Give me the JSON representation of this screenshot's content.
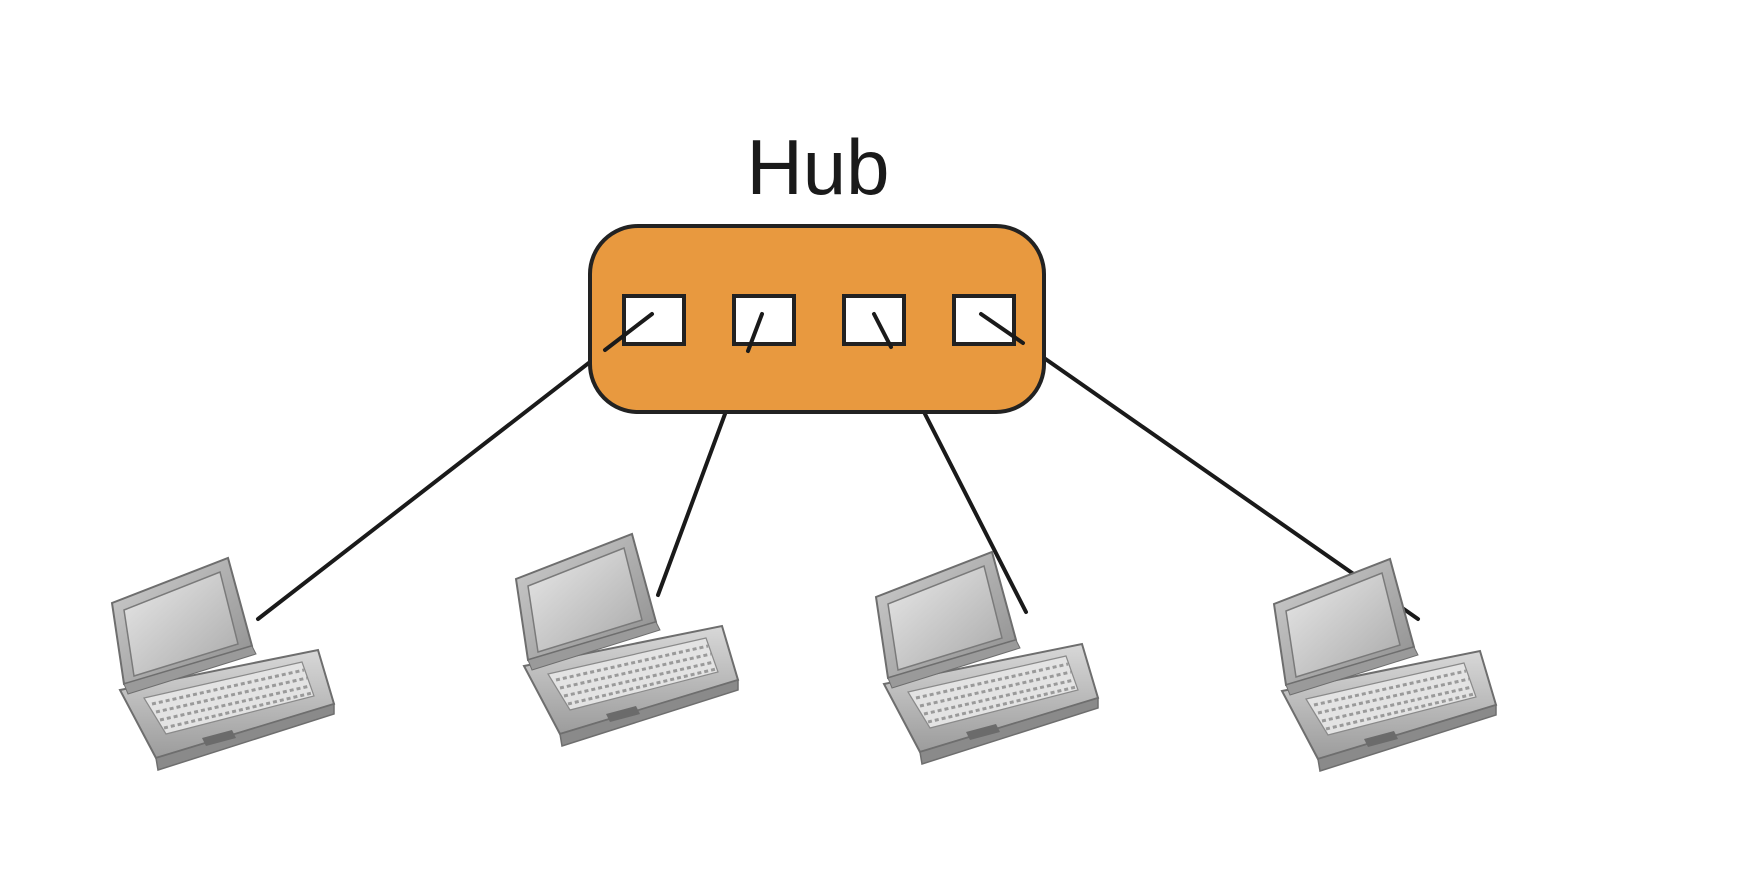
{
  "hub": {
    "label": "Hub",
    "color": "#E8993F",
    "outline_color": "#222222",
    "port_count": 4
  },
  "laptops": [
    {
      "name": "laptop-1"
    },
    {
      "name": "laptop-2"
    },
    {
      "name": "laptop-3"
    },
    {
      "name": "laptop-4"
    }
  ],
  "connections": [
    {
      "from": "port-1",
      "to": "laptop-1"
    },
    {
      "from": "port-2",
      "to": "laptop-2"
    },
    {
      "from": "port-3",
      "to": "laptop-3"
    },
    {
      "from": "port-4",
      "to": "laptop-4"
    }
  ],
  "colors": {
    "background": "#FFFFFF",
    "cable": "#1A1A1A",
    "laptop_body": "#B8B8B8",
    "laptop_screen": "#D4D4D4"
  },
  "icons": {
    "laptop": "laptop-icon"
  }
}
